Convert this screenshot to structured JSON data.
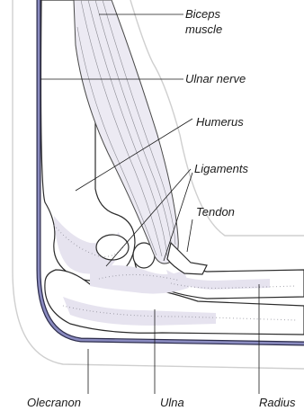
{
  "labels": {
    "biceps_line1": "Biceps",
    "biceps_line2": "muscle",
    "ulnar_nerve": "Ulnar nerve",
    "humerus": "Humerus",
    "ligaments": "Ligaments",
    "tendon": "Tendon",
    "olecranon": "Olecranon",
    "ulna": "Ulna",
    "radius": "Radius"
  },
  "colors": {
    "nerve": "#8a8bc0",
    "muscle_tint": "#eceaf3",
    "skin_outline": "#cfcfcf"
  }
}
